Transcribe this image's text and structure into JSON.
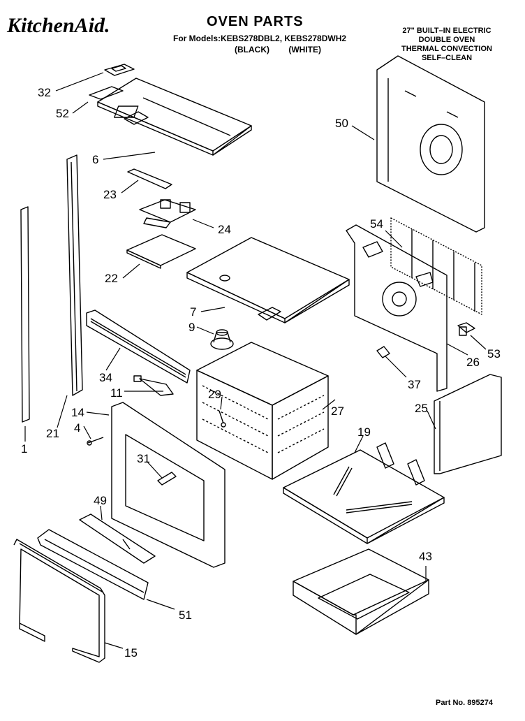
{
  "header": {
    "brand": "KitchenAid.",
    "title": "OVEN PARTS",
    "models": "For Models:KEBS278DBL2, KEBS278DWH2",
    "color_black": "(BLACK)",
    "color_white": "(WHITE)"
  },
  "description": [
    "27\" BUILT–IN ELECTRIC",
    "DOUBLE OVEN",
    "THERMAL CONVECTION",
    "SELF–CLEAN"
  ],
  "footer": {
    "part_no": "Part No. 895274"
  },
  "callouts": {
    "c32": "32",
    "c52": "52",
    "c6": "6",
    "c23": "23",
    "c24": "24",
    "c22": "22",
    "c7": "7",
    "c9": "9",
    "c34": "34",
    "c11": "11",
    "c29": "29",
    "c27": "27",
    "c14": "14",
    "c4": "4",
    "c21": "21",
    "c1": "1",
    "c31": "31",
    "c49": "49",
    "c51": "51",
    "c15": "15",
    "c19": "19",
    "c43": "43",
    "c25": "25",
    "c26": "26",
    "c37": "37",
    "c53": "53",
    "c54": "54",
    "c50": "50"
  }
}
